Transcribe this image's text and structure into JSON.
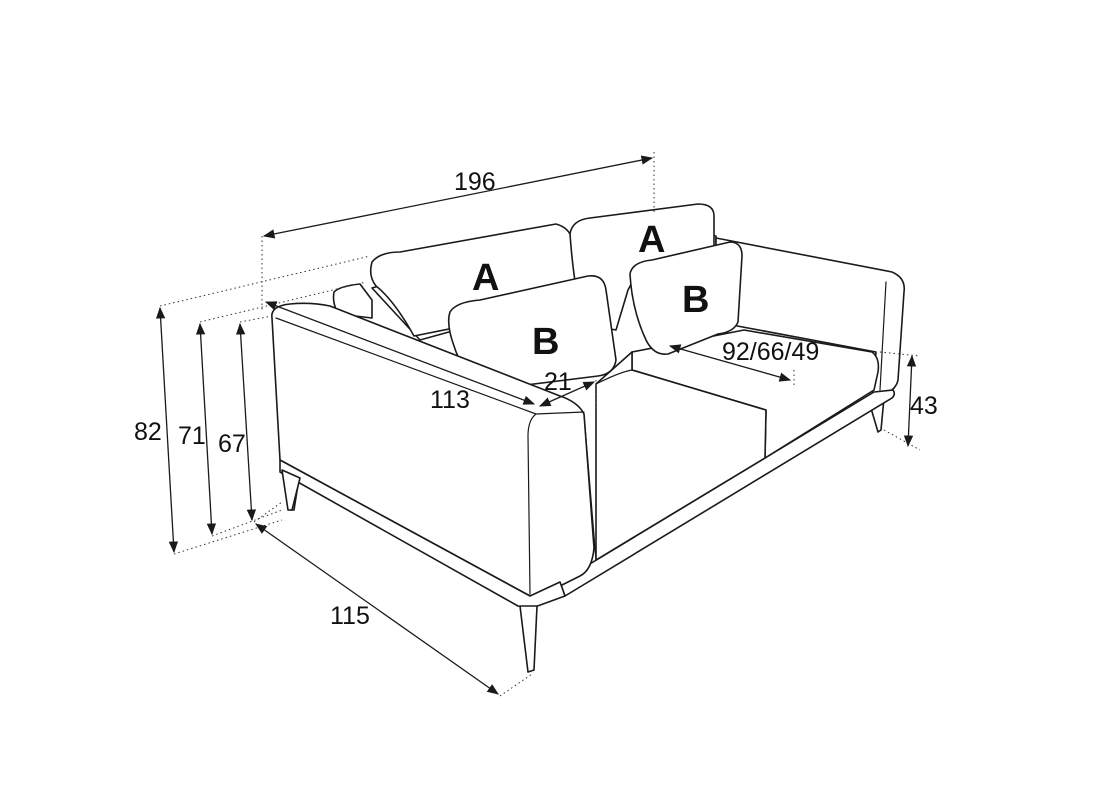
{
  "dimensions": {
    "width": "196",
    "depth_total": "115",
    "height_total": "82",
    "height_back": "71",
    "height_arm": "67",
    "seat_height": "43",
    "arm_length": "113",
    "arm_width": "21",
    "seat_depth": "92/66/49"
  },
  "cushions": {
    "back_left": "A",
    "back_right": "A",
    "lumbar_left": "B",
    "lumbar_right": "B"
  }
}
